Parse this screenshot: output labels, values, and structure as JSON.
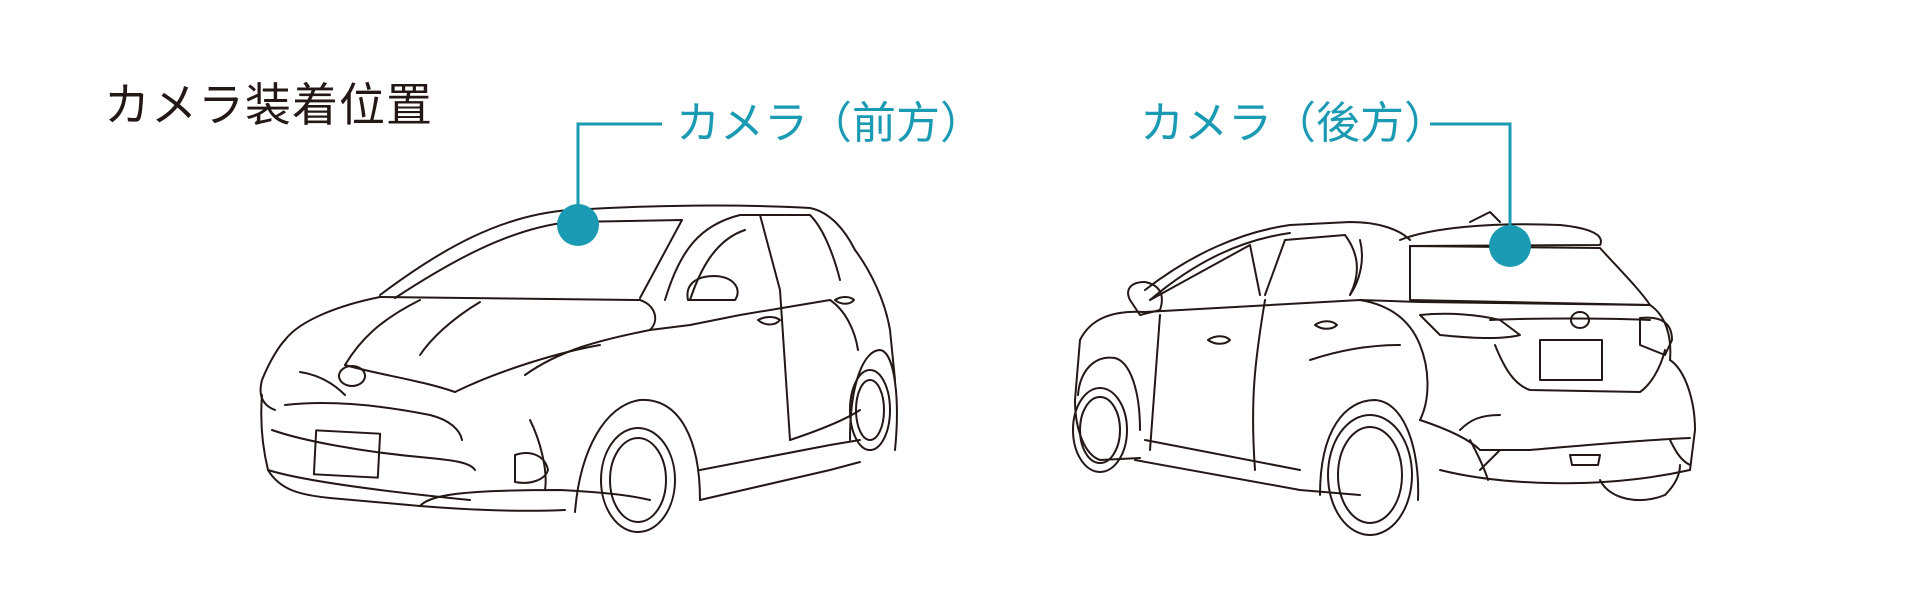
{
  "title": "カメラ装着位置",
  "front_camera": {
    "label": "カメラ（前方）"
  },
  "rear_camera": {
    "label": "カメラ（後方）"
  },
  "colors": {
    "accent": "#1a9ab3",
    "text": "#231815",
    "line": "#231815",
    "background": "#ffffff"
  }
}
